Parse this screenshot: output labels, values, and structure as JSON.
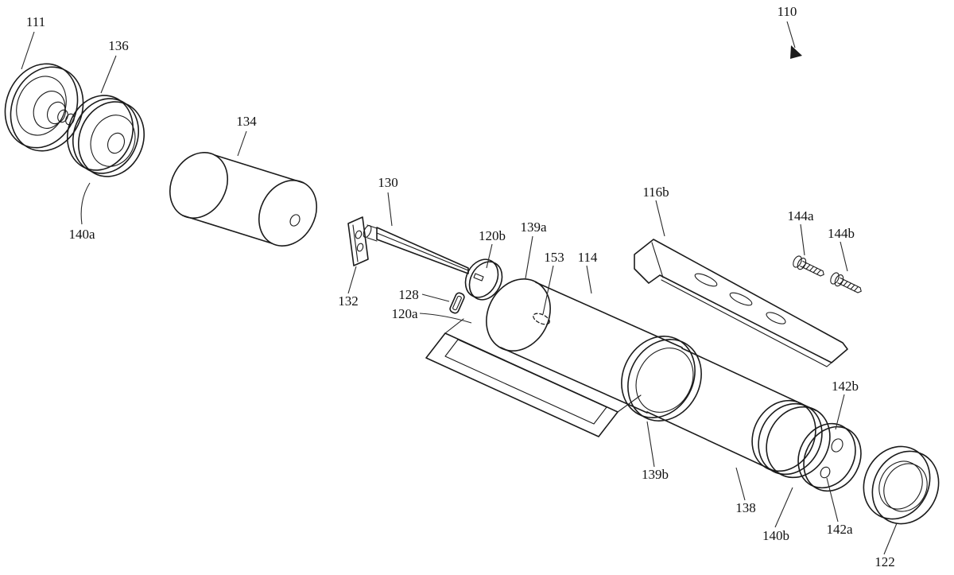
{
  "figure": {
    "type": "patent-exploded-view-drawing",
    "ink_color": "#1b1b1b",
    "background_color": "#ffffff",
    "labels": {
      "n110": "110",
      "n111": "111",
      "n114": "114",
      "n116b": "116b",
      "n120a": "120a",
      "n120b": "120b",
      "n122": "122",
      "n128": "128",
      "n130": "130",
      "n132": "132",
      "n134": "134",
      "n136": "136",
      "n138": "138",
      "n139a": "139a",
      "n139b": "139b",
      "n140a": "140a",
      "n140b": "140b",
      "n142a": "142a",
      "n142b": "142b",
      "n144a": "144a",
      "n144b": "144b",
      "n153": "153"
    }
  }
}
